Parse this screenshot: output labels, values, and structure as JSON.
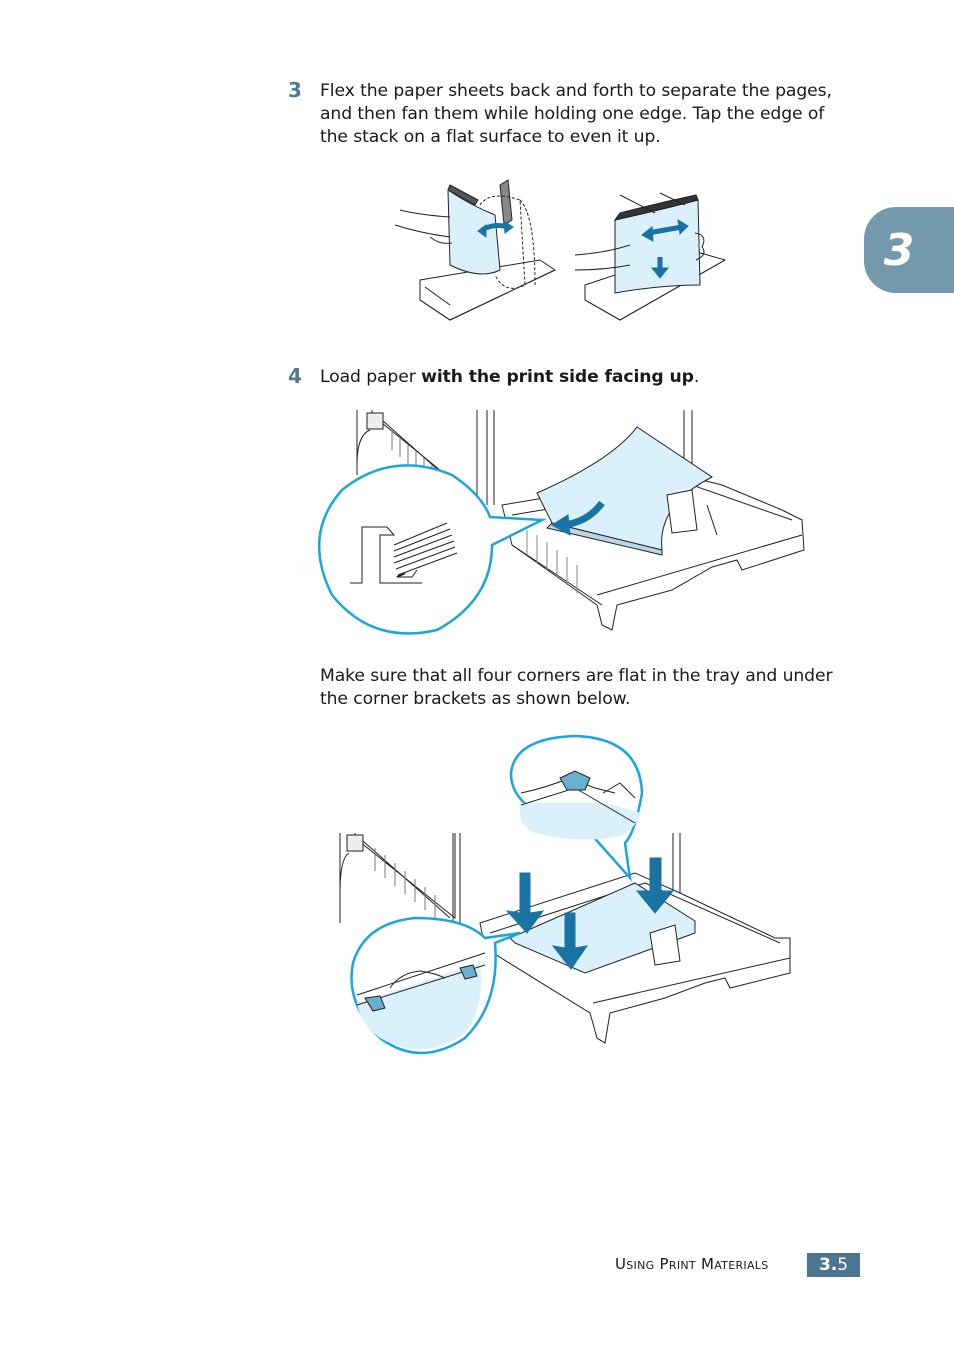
{
  "chapter_tab": {
    "number": "3"
  },
  "steps": [
    {
      "number": "3",
      "text": "Flex the paper sheets back and forth to separate the pages, and then fan them while holding one edge. Tap the edge of the stack on a flat surface to even it up.",
      "lines": [
        "Flex the paper sheets back and forth to separate the pages,",
        "and then fan them while holding one edge. Tap the edge of",
        "the stack on a flat surface to even it up."
      ],
      "figure": "flex-and-fan-paper-illustration"
    },
    {
      "number": "4",
      "text_prefix": "Load paper ",
      "text_bold": "with the print side facing up",
      "text_suffix": ".",
      "figure": "load-paper-tray-illustration"
    }
  ],
  "note": {
    "lines": [
      "Make sure that all four corners are flat in the tray and under",
      "the corner brackets as shown below."
    ],
    "figure": "corner-brackets-illustration"
  },
  "colors": {
    "accent": "#4f7a93",
    "tab": "#7499ad",
    "page_badge": "#4c7690",
    "callout": "#1aa6dc",
    "paper": "#daf1fb",
    "arrow": "#1a74a3"
  },
  "footer": {
    "section_title": "Using Print Materials",
    "page_major": "3.",
    "page_minor": "5"
  }
}
